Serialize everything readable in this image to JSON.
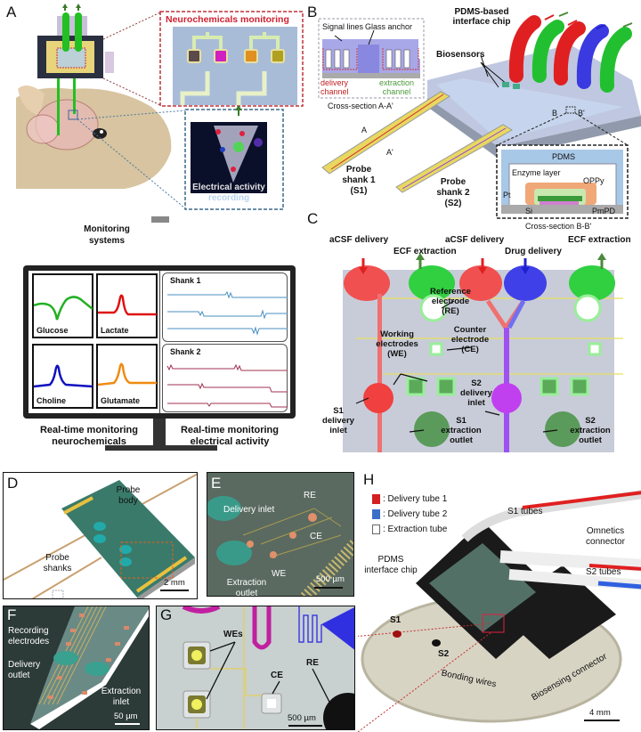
{
  "panels": {
    "A": {
      "label": "A",
      "neurochem_title": "Neurochemicals monitoring",
      "electrical_title": "Electrical activity",
      "electrical_sub": "recording",
      "monitoring_systems": [
        "Monitoring",
        "systems"
      ],
      "charts": [
        {
          "name": "Glucose",
          "color": "#22b022"
        },
        {
          "name": "Lactate",
          "color": "#e01010"
        },
        {
          "name": "Choline",
          "color": "#1010c0"
        },
        {
          "name": "Glutamate",
          "color": "#f08a10"
        }
      ],
      "shanks": [
        {
          "name": "Shank 1",
          "color": "#4a8fc2"
        },
        {
          "name": "Shank 2",
          "color": "#a03050"
        }
      ],
      "caption_left": [
        "Real-time monitoring",
        "neurochemicals"
      ],
      "caption_right": [
        "Real-time monitoring",
        "electrical activity"
      ]
    },
    "B": {
      "label": "B",
      "signal_lines": "Signal lines",
      "glass_anchor": "Glass anchor",
      "delivery_channel": [
        "delivery",
        "channel"
      ],
      "extraction_channel": [
        "extraction",
        "channel"
      ],
      "cross_section_aa": "Cross-section A-A'",
      "pdms_chip": [
        "PDMS-based",
        "interface chip"
      ],
      "biosensors": "Biosensors",
      "a": "A",
      "a_prime": "A'",
      "b": "B",
      "b_prime": "B'",
      "shank1": [
        "Probe",
        "shank 1",
        "(S1)"
      ],
      "shank2": [
        "Probe",
        "shank 2",
        "(S2)"
      ],
      "bb": {
        "pdms": "PDMS",
        "enzyme": "Enzyme layer",
        "oppy": "OPPy",
        "pt": "Pt",
        "si": "Si",
        "pmpd": "PmPD",
        "caption": "Cross-section B-B'"
      }
    },
    "C": {
      "label": "C",
      "headers": [
        "aCSF delivery",
        "ECF extraction",
        "aCSF delivery",
        "Drug delivery",
        "ECF extraction"
      ],
      "re": [
        "Reference",
        "electrode",
        "(RE)"
      ],
      "ce": [
        "Counter",
        "electrode",
        "(CE)"
      ],
      "we": [
        "Working",
        "electrodes",
        "(WE)"
      ],
      "s1_inlet": [
        "S1",
        "delivery",
        "inlet"
      ],
      "s2_inlet": [
        "S2",
        "delivery",
        "inlet"
      ],
      "s1_outlet": [
        "S1",
        "extraction",
        "outlet"
      ],
      "s2_outlet": [
        "S2",
        "extraction",
        "outlet"
      ]
    },
    "D": {
      "label": "D",
      "probe_body": [
        "Probe",
        "body"
      ],
      "probe_shanks": [
        "Probe",
        "shanks"
      ],
      "scale": "2 mm"
    },
    "E": {
      "label": "E",
      "re": "RE",
      "delivery_inlet": "Delivery inlet",
      "ce": "CE",
      "we": "WE",
      "extraction_outlet": [
        "Extraction",
        "outlet"
      ],
      "scale": "500 µm"
    },
    "F": {
      "label": "F",
      "recording": [
        "Recording",
        "electrodes"
      ],
      "delivery_outlet": [
        "Delivery",
        "outlet"
      ],
      "extraction_inlet": [
        "Extraction",
        "inlet"
      ],
      "scale": "50 µm"
    },
    "G": {
      "label": "G",
      "wes": "WEs",
      "ce": "CE",
      "re": "RE",
      "scale": "500 µm"
    },
    "H": {
      "label": "H",
      "legend": [
        {
          "text": ": Delivery tube 1",
          "color": "#d42020"
        },
        {
          "text": ": Delivery tube 2",
          "color": "#3a6fc8"
        },
        {
          "text": ": Extraction tube",
          "color": "#ffffff"
        }
      ],
      "s1_tubes": "S1 tubes",
      "omnetics": [
        "Omnetics",
        "connector"
      ],
      "pdms": [
        "PDMS",
        "interface chip"
      ],
      "s2_tubes": "S2 tubes",
      "s1": "S1",
      "s2": "S2",
      "bonding": "Bonding wires",
      "biosensing": "Biosensing connector",
      "scale": "4 mm"
    }
  }
}
